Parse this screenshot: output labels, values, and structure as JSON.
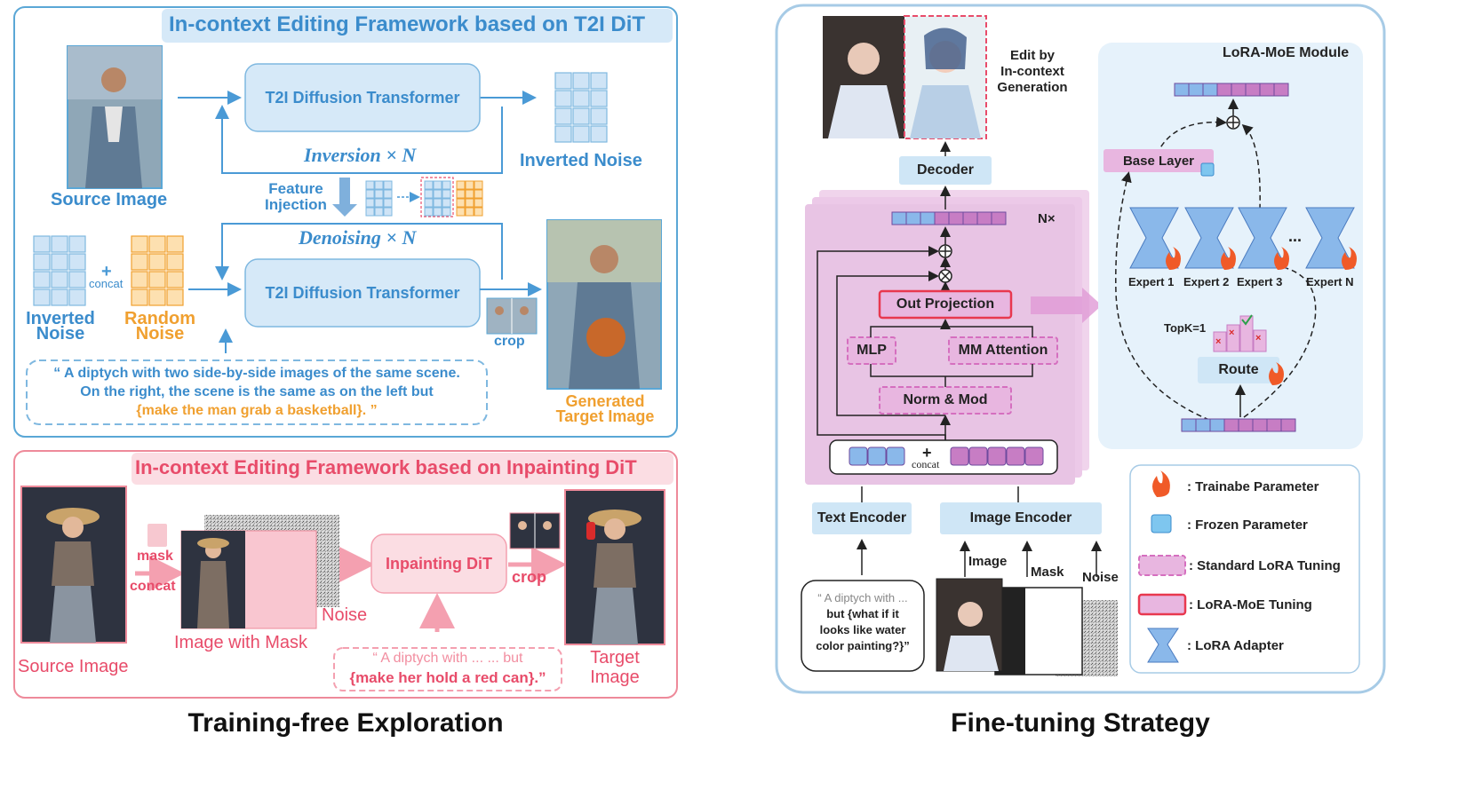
{
  "colors": {
    "blue_panel_border": "#5aa7d6",
    "blue_text": "#3b8ccc",
    "blue_box": "#d6e9f8",
    "orange_text": "#f0a030",
    "red_panel_border": "#ee8a9a",
    "red_text": "#e84c6a",
    "pink_box": "#fbdde3",
    "purple_block": "#e8c7e6",
    "magenta_token": "#c77dc4",
    "lora_red": "#e8384f"
  },
  "left": {
    "t2i_panel": {
      "title": "In-context Editing Framework based on T2I DiT",
      "source_image_label": "Source Image",
      "transformer_label": "T2I Diffusion Transformer",
      "inversion_label": "Inversion × N",
      "inverted_noise_label": "Inverted Noise",
      "feature_injection_label": [
        "Feature",
        "Injection"
      ],
      "denoising_label": "Denoising × N",
      "inverted_noise_bottom": [
        "Inverted",
        "Noise"
      ],
      "random_noise_label": [
        "Random",
        "Noise"
      ],
      "concat_label": "concat",
      "crop_label": "crop",
      "prompt_line1": "“ A diptych with two side-by-side images of the same scene.",
      "prompt_line2": "On the right, the scene is the same as on the left  but",
      "prompt_line3": "{make the man grab a basketball}. ”",
      "generated_label": [
        "Generated",
        "Target Image"
      ]
    },
    "inpaint_panel": {
      "title": "In-context Editing Framework based on Inpainting DiT",
      "source_image_label": "Source Image",
      "mask_label": "mask",
      "concat_label": "concat",
      "image_with_mask_label": "Image with Mask",
      "noise_label": "Noise",
      "inpainting_label": "Inpainting DiT",
      "crop_label": "crop",
      "prompt_line1": "“ A diptych with ... ... but",
      "prompt_line2": "{make her hold a red can}.”",
      "target_label": [
        "Target",
        "Image"
      ]
    },
    "caption": "Training-free Exploration"
  },
  "right": {
    "edit_label": [
      "Edit by",
      "In-context",
      "Generation"
    ],
    "decoder_label": "Decoder",
    "nx_label": "N×",
    "out_projection_label": "Out Projection",
    "mlp_label": "MLP",
    "mm_attention_label": "MM Attention",
    "norm_mod_label": "Norm & Mod",
    "concat_label": "concat",
    "text_encoder_label": "Text Encoder",
    "image_encoder_label": "Image Encoder",
    "image_label": "Image",
    "mask_label": "Mask",
    "noise_label": "Noise",
    "prompt_lines": [
      "“ A diptych with ...",
      "but {what if it",
      "looks like water",
      "color painting?}”"
    ],
    "lora_moe": {
      "title": "LoRA-MoE Module",
      "base_layer_label": "Base Layer",
      "experts": [
        "Expert 1",
        "Expert 2",
        "Expert 3",
        "Expert N"
      ],
      "ellipsis": "...",
      "topk_label": "TopK=1",
      "route_label": "Route"
    },
    "legend": [
      {
        "icon": "fire-icon",
        "label": ": Trainabe Parameter"
      },
      {
        "icon": "ice-cube-icon",
        "label": ": Frozen Parameter"
      },
      {
        "icon": "dashed-pink-box-icon",
        "label": ": Standard LoRA Tuning"
      },
      {
        "icon": "red-box-icon",
        "label": ": LoRA-MoE Tuning"
      },
      {
        "icon": "hourglass-icon",
        "label": ": LoRA Adapter"
      }
    ],
    "caption": "Fine-tuning Strategy"
  }
}
